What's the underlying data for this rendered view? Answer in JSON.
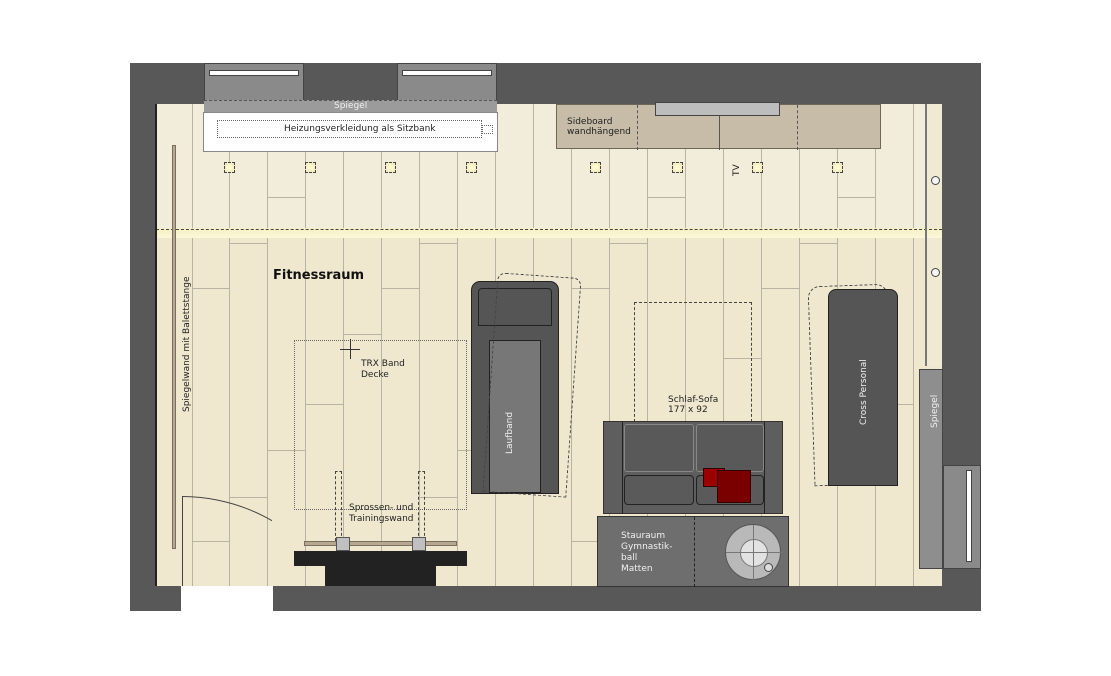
{
  "plan": {
    "room_name": "Fitnessraum",
    "colors": {
      "wall": "#585858",
      "floor": "#efe8cf",
      "floor_upper": "#f2edda",
      "sideboard": "#c6bca8",
      "equipment": "#555555",
      "sofa_frame": "#5e5e5e",
      "cushion_red": "#9c0000",
      "storage": "#6e6e6e",
      "ballet_bar": "#b7a98f",
      "window_glass": "#888888"
    }
  },
  "labels": {
    "spiegel_top": "Spiegel",
    "heizung": "Heizungsverkleidung  als Sitzbank",
    "sideboard_line1": "Sideboard",
    "sideboard_line2": "wandhängend",
    "tv": "TV",
    "spiegelwand": "Spiegelwand  mit  Balettstange",
    "trx_line1": "TRX  Band",
    "trx_line2": "Decke",
    "sprossen_line1": "Sprossen-  und",
    "sprossen_line2": "Trainingswand",
    "laufband": "Laufband",
    "sofa_line1": "Schlaf-Sofa",
    "sofa_line2": "177  x 92",
    "stauraum_line1": "Stauraum",
    "stauraum_line2": "Gymnastik-",
    "stauraum_line3": "ball",
    "stauraum_line4": "Matten",
    "cross": "Cross  Personal",
    "spiegel_right": "Spiegel"
  },
  "icons": {
    "ceiling_spot": "recessed-light-icon",
    "trx_anchor": "crosshair-icon",
    "gym_ball": "gym-ball-icon",
    "socket": "power-outlet-icon"
  }
}
